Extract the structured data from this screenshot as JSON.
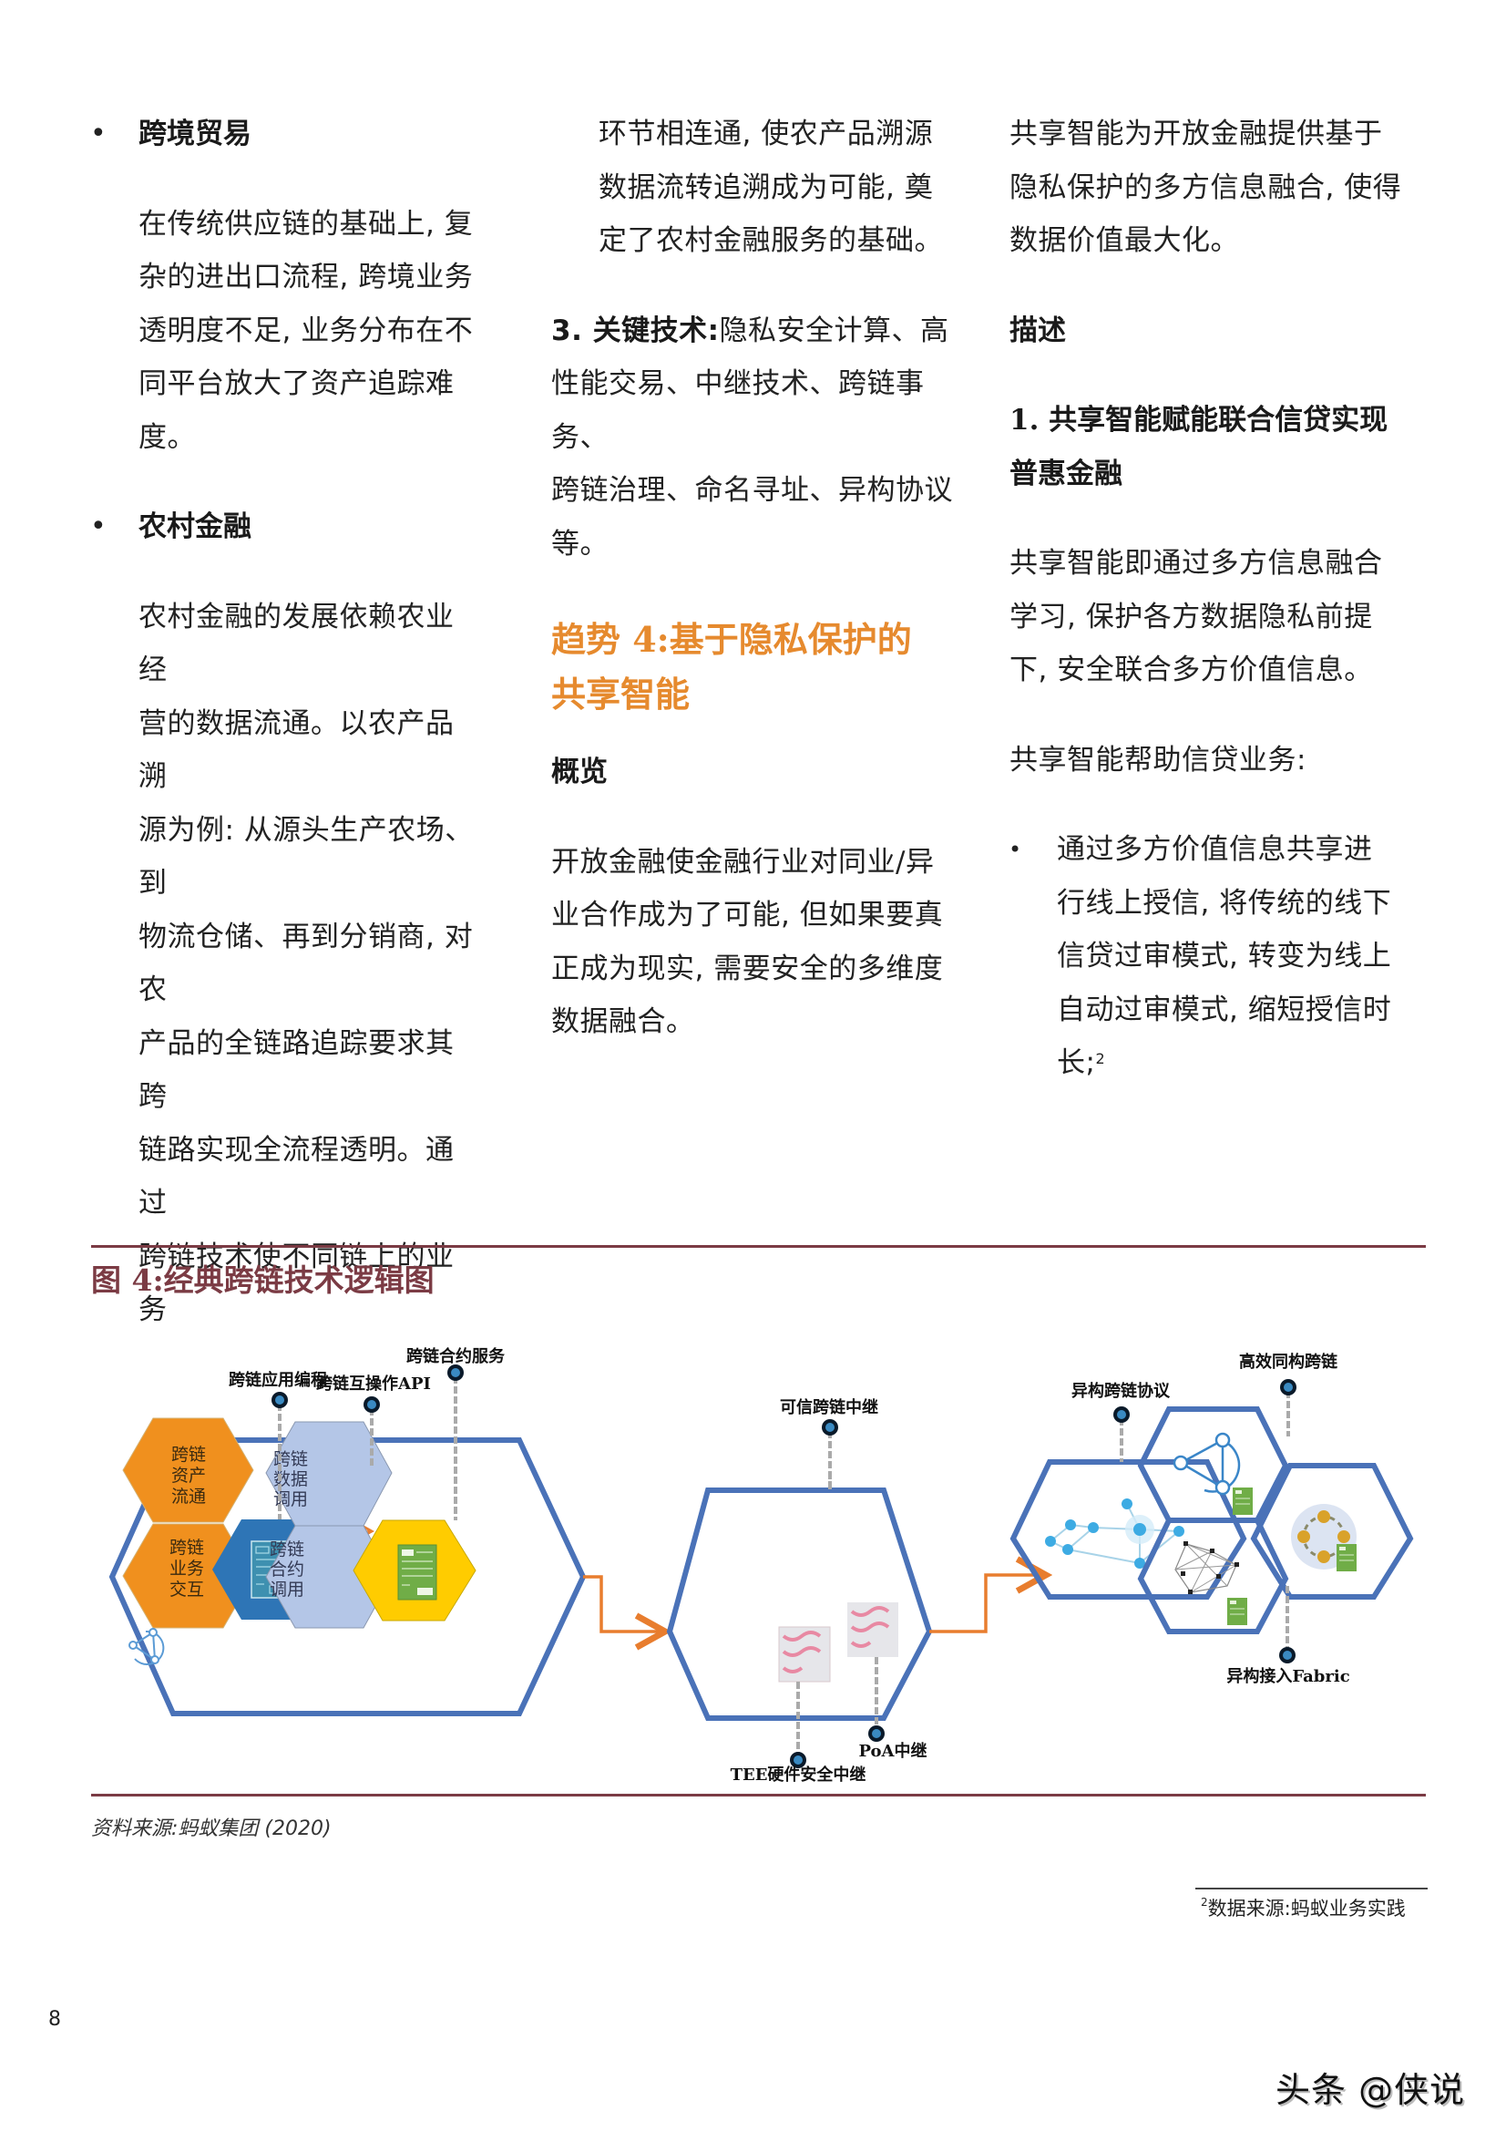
{
  "column1": {
    "bullet1": {
      "marker": "•",
      "title": "跨境贸易",
      "lines": [
        "在传统供应链的基础上, 复",
        "杂的进出口流程, 跨境业务",
        "透明度不足, 业务分布在不",
        "同平台放大了资产追踪难",
        "度。"
      ]
    },
    "bullet2": {
      "marker": "•",
      "title": "农村金融",
      "lines": [
        "农村金融的发展依赖农业经",
        "营的数据流通。以农产品溯",
        "源为例: 从源头生产农场、到",
        "物流仓储、再到分销商, 对农",
        "产品的全链路追踪要求其跨",
        "链路实现全流程透明。通过",
        "跨链技术使不同链上的业务"
      ]
    }
  },
  "column2": {
    "continued_lines": [
      "环节相连通, 使农产品溯源",
      "数据流转追溯成为可能, 奠",
      "定了农村金融服务的基础。"
    ],
    "key_tech": {
      "label": "3. 关键技术:",
      "lines": [
        "隐私安全计算、高",
        "性能交易、中继技术、跨链事务、",
        "跨链治理、命名寻址、异构协议",
        "等。"
      ]
    },
    "trend_title": [
      "趋势 4:基于隐私保护的",
      "共享智能"
    ],
    "overview_heading": "概览",
    "overview_lines": [
      "开放金融使金融行业对同业/异",
      "业合作成为了可能, 但如果要真",
      "正成为现实, 需要安全的多维度",
      "数据融合。"
    ]
  },
  "column3": {
    "intro_lines": [
      "共享智能为开放金融提供基于",
      "隐私保护的多方信息融合, 使得",
      "数据价值最大化。"
    ],
    "desc_heading": "描述",
    "sub_heading": [
      "1. 共享智能赋能联合信贷实现",
      "普惠金融"
    ],
    "para_lines": [
      "共享智能即通过多方信息融合",
      "学习, 保护各方数据隐私前提",
      "下, 安全联合多方价值信息。"
    ],
    "help_line": "共享智能帮助信贷业务:",
    "bullet": {
      "marker": "•",
      "lines": [
        "通过多方价值信息共享进",
        "行线上授信, 将传统的线下",
        "信贷过审模式, 转变为线上",
        "自动过审模式, 缩短授信时"
      ],
      "last_line": "长;",
      "footnote_ref": "2"
    }
  },
  "figure": {
    "title": "图 4:经典跨链技术逻辑图",
    "source": "资料来源:蚂蚁集团 (2020)",
    "labels": {
      "app_programming": "跨链应用编程",
      "interop_api": "跨链互操作API",
      "contract_service": "跨链合约服务",
      "trusted_relay": "可信跨链中继",
      "tee_relay": "TEE硬件安全中继",
      "poa_relay": "PoA中继",
      "hetero_protocol": "异构跨链协议",
      "homo_crosschain": "高效同构跨链",
      "fabric_access": "异构接入Fabric"
    },
    "hex_labels": {
      "asset_flow": [
        "跨链",
        "资产",
        "流通"
      ],
      "biz_interaction": [
        "跨链",
        "业务",
        "交互"
      ],
      "data_call": [
        "跨链",
        "数据",
        "调用"
      ],
      "contract_call": [
        "跨链",
        "合约",
        "调用"
      ]
    },
    "colors": {
      "frame_blue": "#4a72b8",
      "orange": "#f0901e",
      "dark_blue": "#2e75b6",
      "light_blue": "#b4c6e7",
      "yellow": "#ffcc00",
      "green": "#70ad47",
      "arrow": "#e87d2e",
      "rule": "#7b3b44"
    }
  },
  "footnote": {
    "number": "2",
    "text": "数据来源:蚂蚁业务实践"
  },
  "page_number": "8",
  "watermark": "头条 @侠说"
}
